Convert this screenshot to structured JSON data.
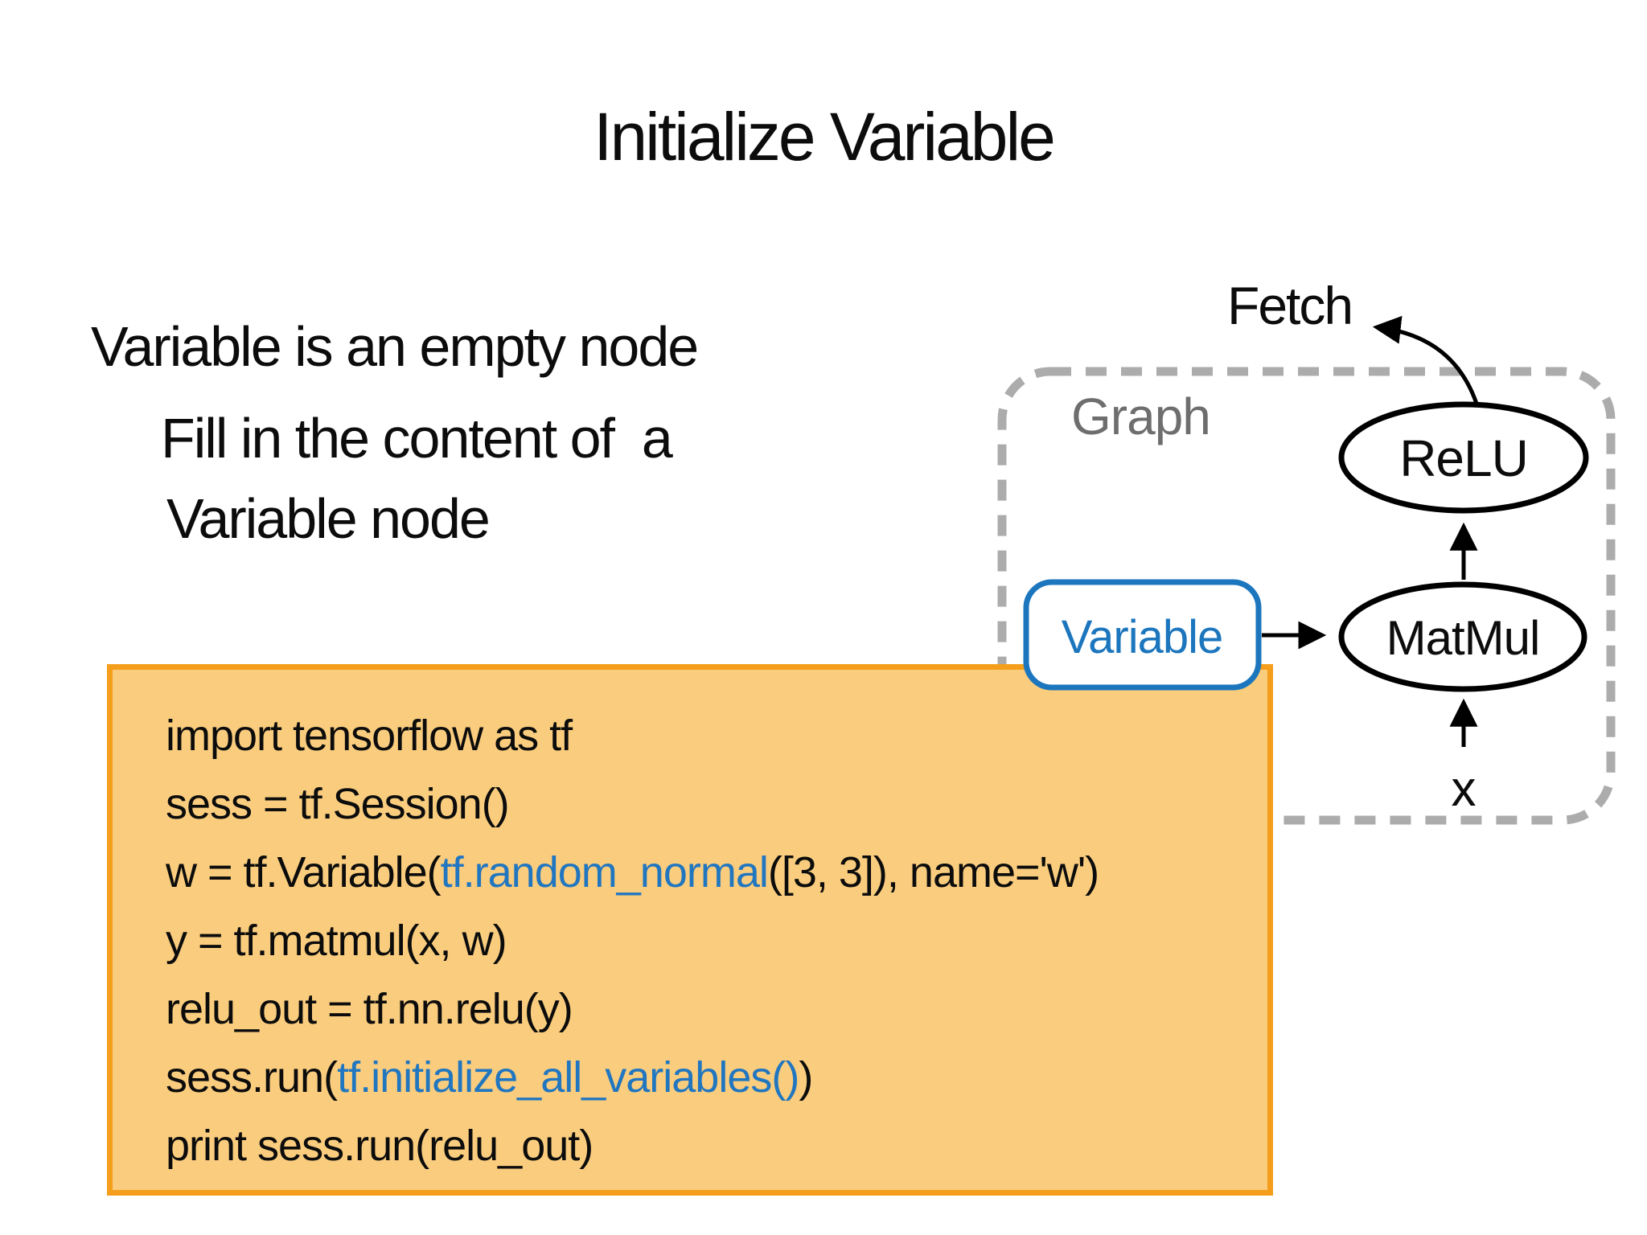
{
  "title": "Initialize Variable",
  "bullets": {
    "line1": "Variable is an empty node",
    "line2": "Fill in the content of  a",
    "line3": "Variable node"
  },
  "code": {
    "lines": [
      [
        {
          "t": "import tensorflow as tf",
          "c": "black"
        }
      ],
      [
        {
          "t": "sess = tf.Session()",
          "c": "black"
        }
      ],
      [
        {
          "t": "w = tf.Variable(",
          "c": "black"
        },
        {
          "t": "tf.random_normal",
          "c": "blue"
        },
        {
          "t": "([3, 3]), name='w')",
          "c": "black"
        }
      ],
      [
        {
          "t": "y = tf.matmul(x, w)",
          "c": "black"
        }
      ],
      [
        {
          "t": "relu_out = tf.nn.relu(y)",
          "c": "black"
        }
      ],
      [
        {
          "t": "sess.run(",
          "c": "black"
        },
        {
          "t": "tf.initialize_all_variables()",
          "c": "blue"
        },
        {
          "t": ")",
          "c": "black"
        }
      ],
      [
        {
          "t": "print sess.run(relu_out)",
          "c": "black"
        }
      ]
    ]
  },
  "diagram": {
    "graph_label": "Graph",
    "fetch_label": "Fetch",
    "variable_label": "Variable",
    "relu_label": "ReLU",
    "matmul_label": "MatMul",
    "x_label": "x"
  },
  "colors": {
    "code_blue": "#2176C0",
    "code_background": "#FACD7E",
    "code_border_orange": "#F49E1B",
    "node_blue": "#1C76BE",
    "dash_gray": "#ACACAC",
    "graph_label_gray": "#6E6E6E",
    "text_black": "#0c0c0c"
  }
}
